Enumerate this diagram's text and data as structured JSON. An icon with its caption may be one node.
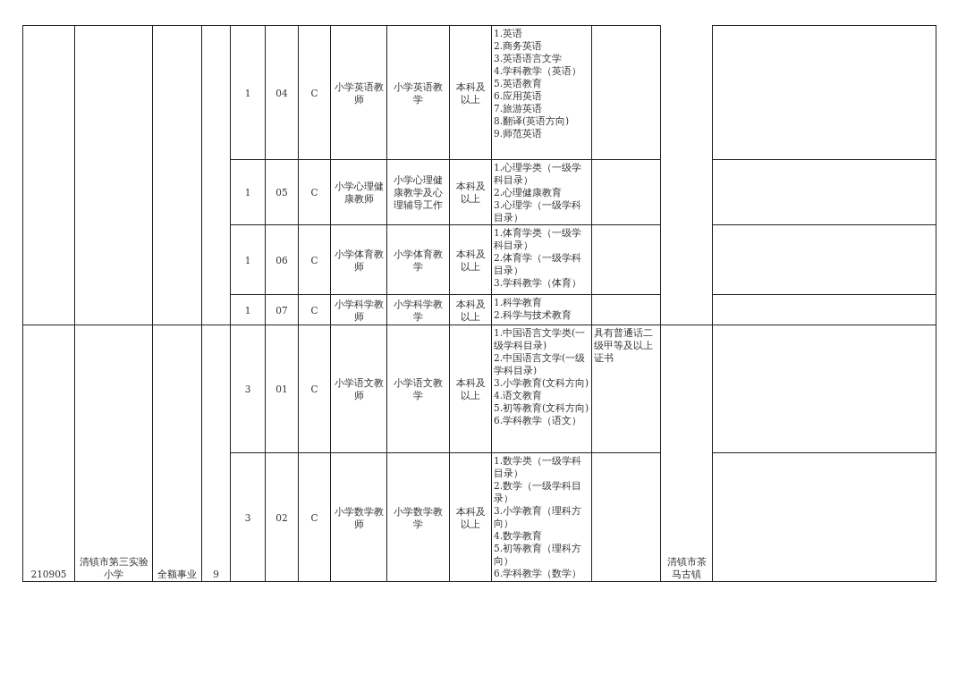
{
  "diagram": {
    "labels": [
      "1",
      "04",
      "C",
      "小学英语教师",
      "小学英语教学",
      "本科及以上",
      "1.英语",
      "2.商务英语",
      "3.英语语言文学",
      "4.学科教学（英语）",
      "5.英语教育",
      "6.应用英语",
      "7.旅游英语",
      "8.翻译(英语方向)",
      "9.师范英语",
      "1",
      "05",
      "C",
      "小学心理健康教师",
      "小学心理健康教学及心理辅导工作",
      "本科及以上",
      "1.心理学类（一级学科目录）",
      "2.心理健康教育",
      "3.心理学（一级学科目录）",
      "1",
      "06",
      "C",
      "小学体育教师",
      "小学体育教学",
      "本科及以上",
      "1.体育学类（一级学科目录）",
      "2.体育学（一级学科目录）",
      "3.学科教学（体育）",
      "1",
      "07",
      "C",
      "小学科学教师",
      "小学科学教学",
      "本科及以上",
      "1.科学教育",
      "2.科学与技术教育",
      "210905",
      "清镇市第三实验小学",
      "全额事业",
      "9",
      "3",
      "01",
      "C",
      "小学语文教师",
      "小学语文教学",
      "本科及以上",
      "1.中国语言文学类(一级学科目录)",
      "2.中国语言文学(一级学科目录)",
      "3.小学教育(文科方向)",
      "4.语文教育",
      "5.初等教育(文科方向)",
      "6.学科教学（语文）",
      "具有普通话二级甲等及以上证书",
      "清镇市茶马古镇",
      "3",
      "02",
      "C",
      "小学数学教师",
      "小学数学教学",
      "本科及以上",
      "1.数学类（一级学科目录）",
      "2.数学（一级学科目录）",
      "3.小学教育（理科方向）",
      "4.数学教育",
      "5.初等教育（理科方向）",
      "6.学科教学（数学）"
    ]
  }
}
